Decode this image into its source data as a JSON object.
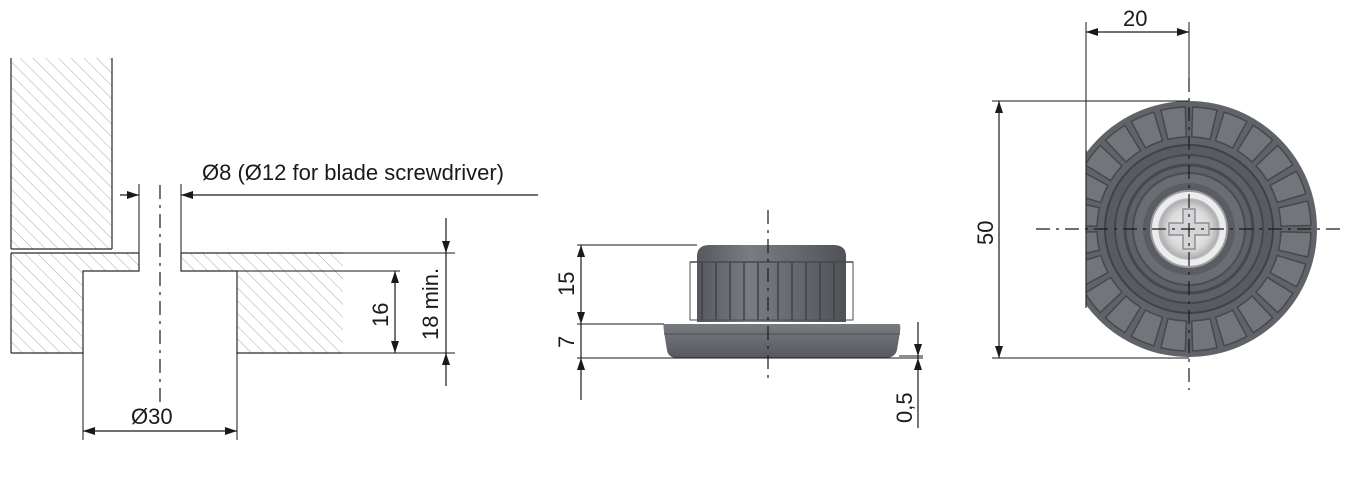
{
  "labels": {
    "bore_diameter": "Ø30",
    "hole_diameter": "Ø8 (Ø12 for blade screwdriver)",
    "recess_depth": "16",
    "panel_min": "18 min.",
    "height_upper": "15",
    "height_flange": "7",
    "protrusion": "0,5",
    "width_top": "20",
    "diameter_side": "50"
  },
  "colors": {
    "part_dark": "#5d6066",
    "part_mid": "#6f7277",
    "part_light": "#8a8d92",
    "hatch": "#a9a9a9",
    "line": "#1a1a1a"
  }
}
